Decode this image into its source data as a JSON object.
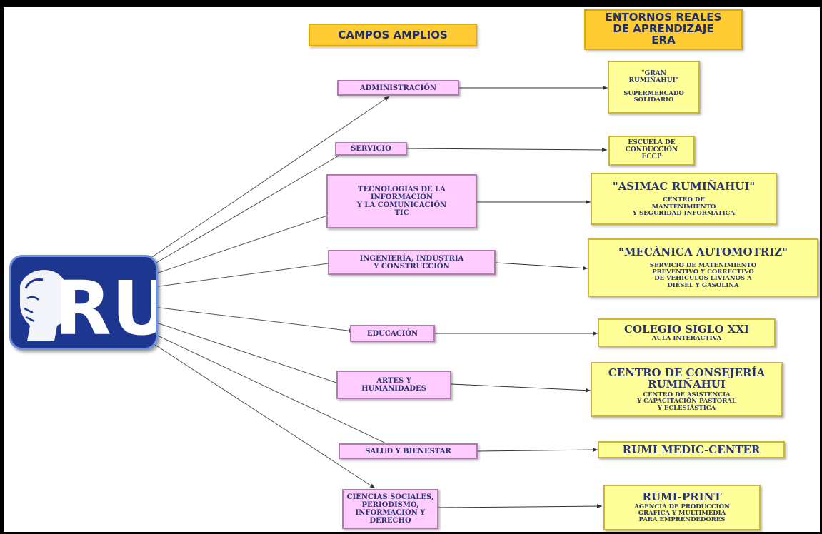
{
  "headers": {
    "campos": "CAMPOS AMPLIOS",
    "entornos": "ENTORNOS REALES\nDE APRENDIZAJE\nERA"
  },
  "logo": {
    "text": "RU",
    "colors": {
      "primary": "#1d3690",
      "light": "#ffffff"
    }
  },
  "fields": [
    {
      "label": "ADMINISTRACIÓN"
    },
    {
      "label": "SERVICIO"
    },
    {
      "label": "TECNOLOGÍAS DE LA\nINFORMACIÓN\nY LA COMUNICACIÓN\nTIC"
    },
    {
      "label": "INGENIERÍA, INDUSTRIA\nY CONSTRUCCIÓN"
    },
    {
      "label": "EDUCACIÓN"
    },
    {
      "label": "ARTES Y\nHUMANIDADES"
    },
    {
      "label": "SALUD Y BIENESTAR"
    },
    {
      "label": "CIENCIAS SOCIALES,\nPERIODISMO,\nINFORMACIÓN Y\nDERECHO"
    }
  ],
  "eras": [
    {
      "title": "\"GRAN\nRUMIÑAHUI\"",
      "subtitle": "SUPERMERCADO\nSOLIDARIO"
    },
    {
      "title": "ESCUELA DE\nCONDUCCIÓN\nECCP",
      "subtitle": ""
    },
    {
      "title": "\"ASIMAC RUMIÑAHUI\"",
      "subtitle": "CENTRO DE\nMANTENIMIENTO\nY SEGURIDAD INFORMÁTICA"
    },
    {
      "title": "\"MECÁNICA AUTOMOTRIZ\"",
      "subtitle": "SERVICIO DE MATENIMIENTO\nPREVENTIVO Y CORRECTIVO\nDE VEHÍCULOS LIVIANOS A\nDIÉSEL Y GASOLINA"
    },
    {
      "title": "COLEGIO SIGLO XXI",
      "subtitle": "AULA INTERACTIVA"
    },
    {
      "title": "CENTRO DE CONSEJERÍA\nRUMIÑAHUI",
      "subtitle": "CENTRO DE ASISTENCIA\nY CAPACITACIÓN PASTORAL\nY ECLESIÁSTICA"
    },
    {
      "title": "RUMI MEDIC-CENTER",
      "subtitle": ""
    },
    {
      "title": "RUMI-PRINT",
      "subtitle": "AGENCIA DE PRODUCCIÓN\nGRÁFICA Y MULTIMEDIA\nPARA EMPRENDEDORES"
    }
  ]
}
